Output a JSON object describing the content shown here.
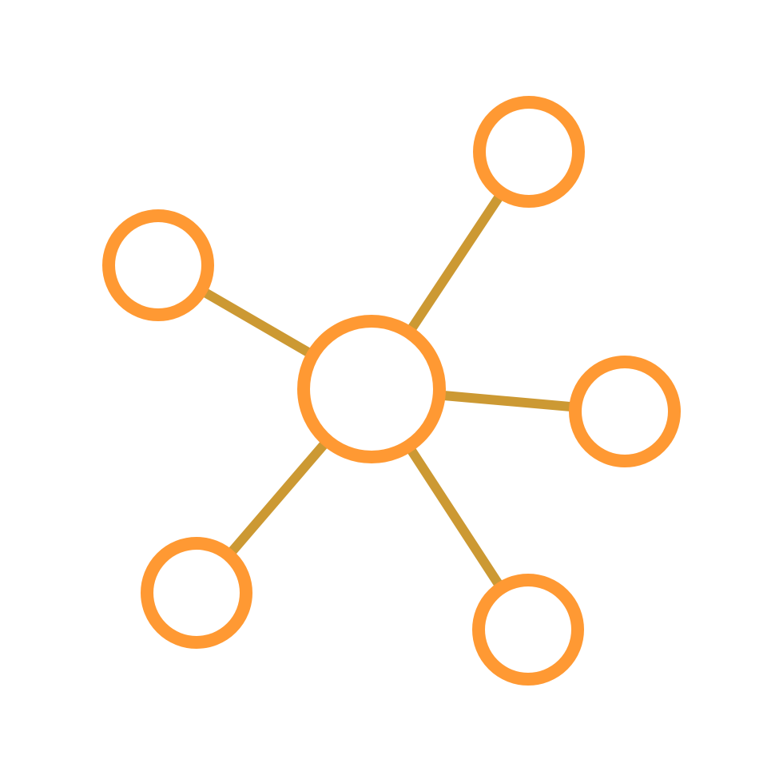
{
  "icon": {
    "name": "network-hub-icon",
    "colors": {
      "node_stroke": "#FF9933",
      "edge_stroke": "#CC9933",
      "node_fill": "#FFFFFF",
      "background": "#FFFFFF"
    },
    "hub": "center-node",
    "nodes": [
      "center-node",
      "top-right-node",
      "left-node",
      "right-node",
      "bottom-left-node",
      "bottom-right-node"
    ],
    "edges": [
      [
        "center-node",
        "top-right-node"
      ],
      [
        "center-node",
        "left-node"
      ],
      [
        "center-node",
        "right-node"
      ],
      [
        "center-node",
        "bottom-left-node"
      ],
      [
        "center-node",
        "bottom-right-node"
      ]
    ]
  }
}
